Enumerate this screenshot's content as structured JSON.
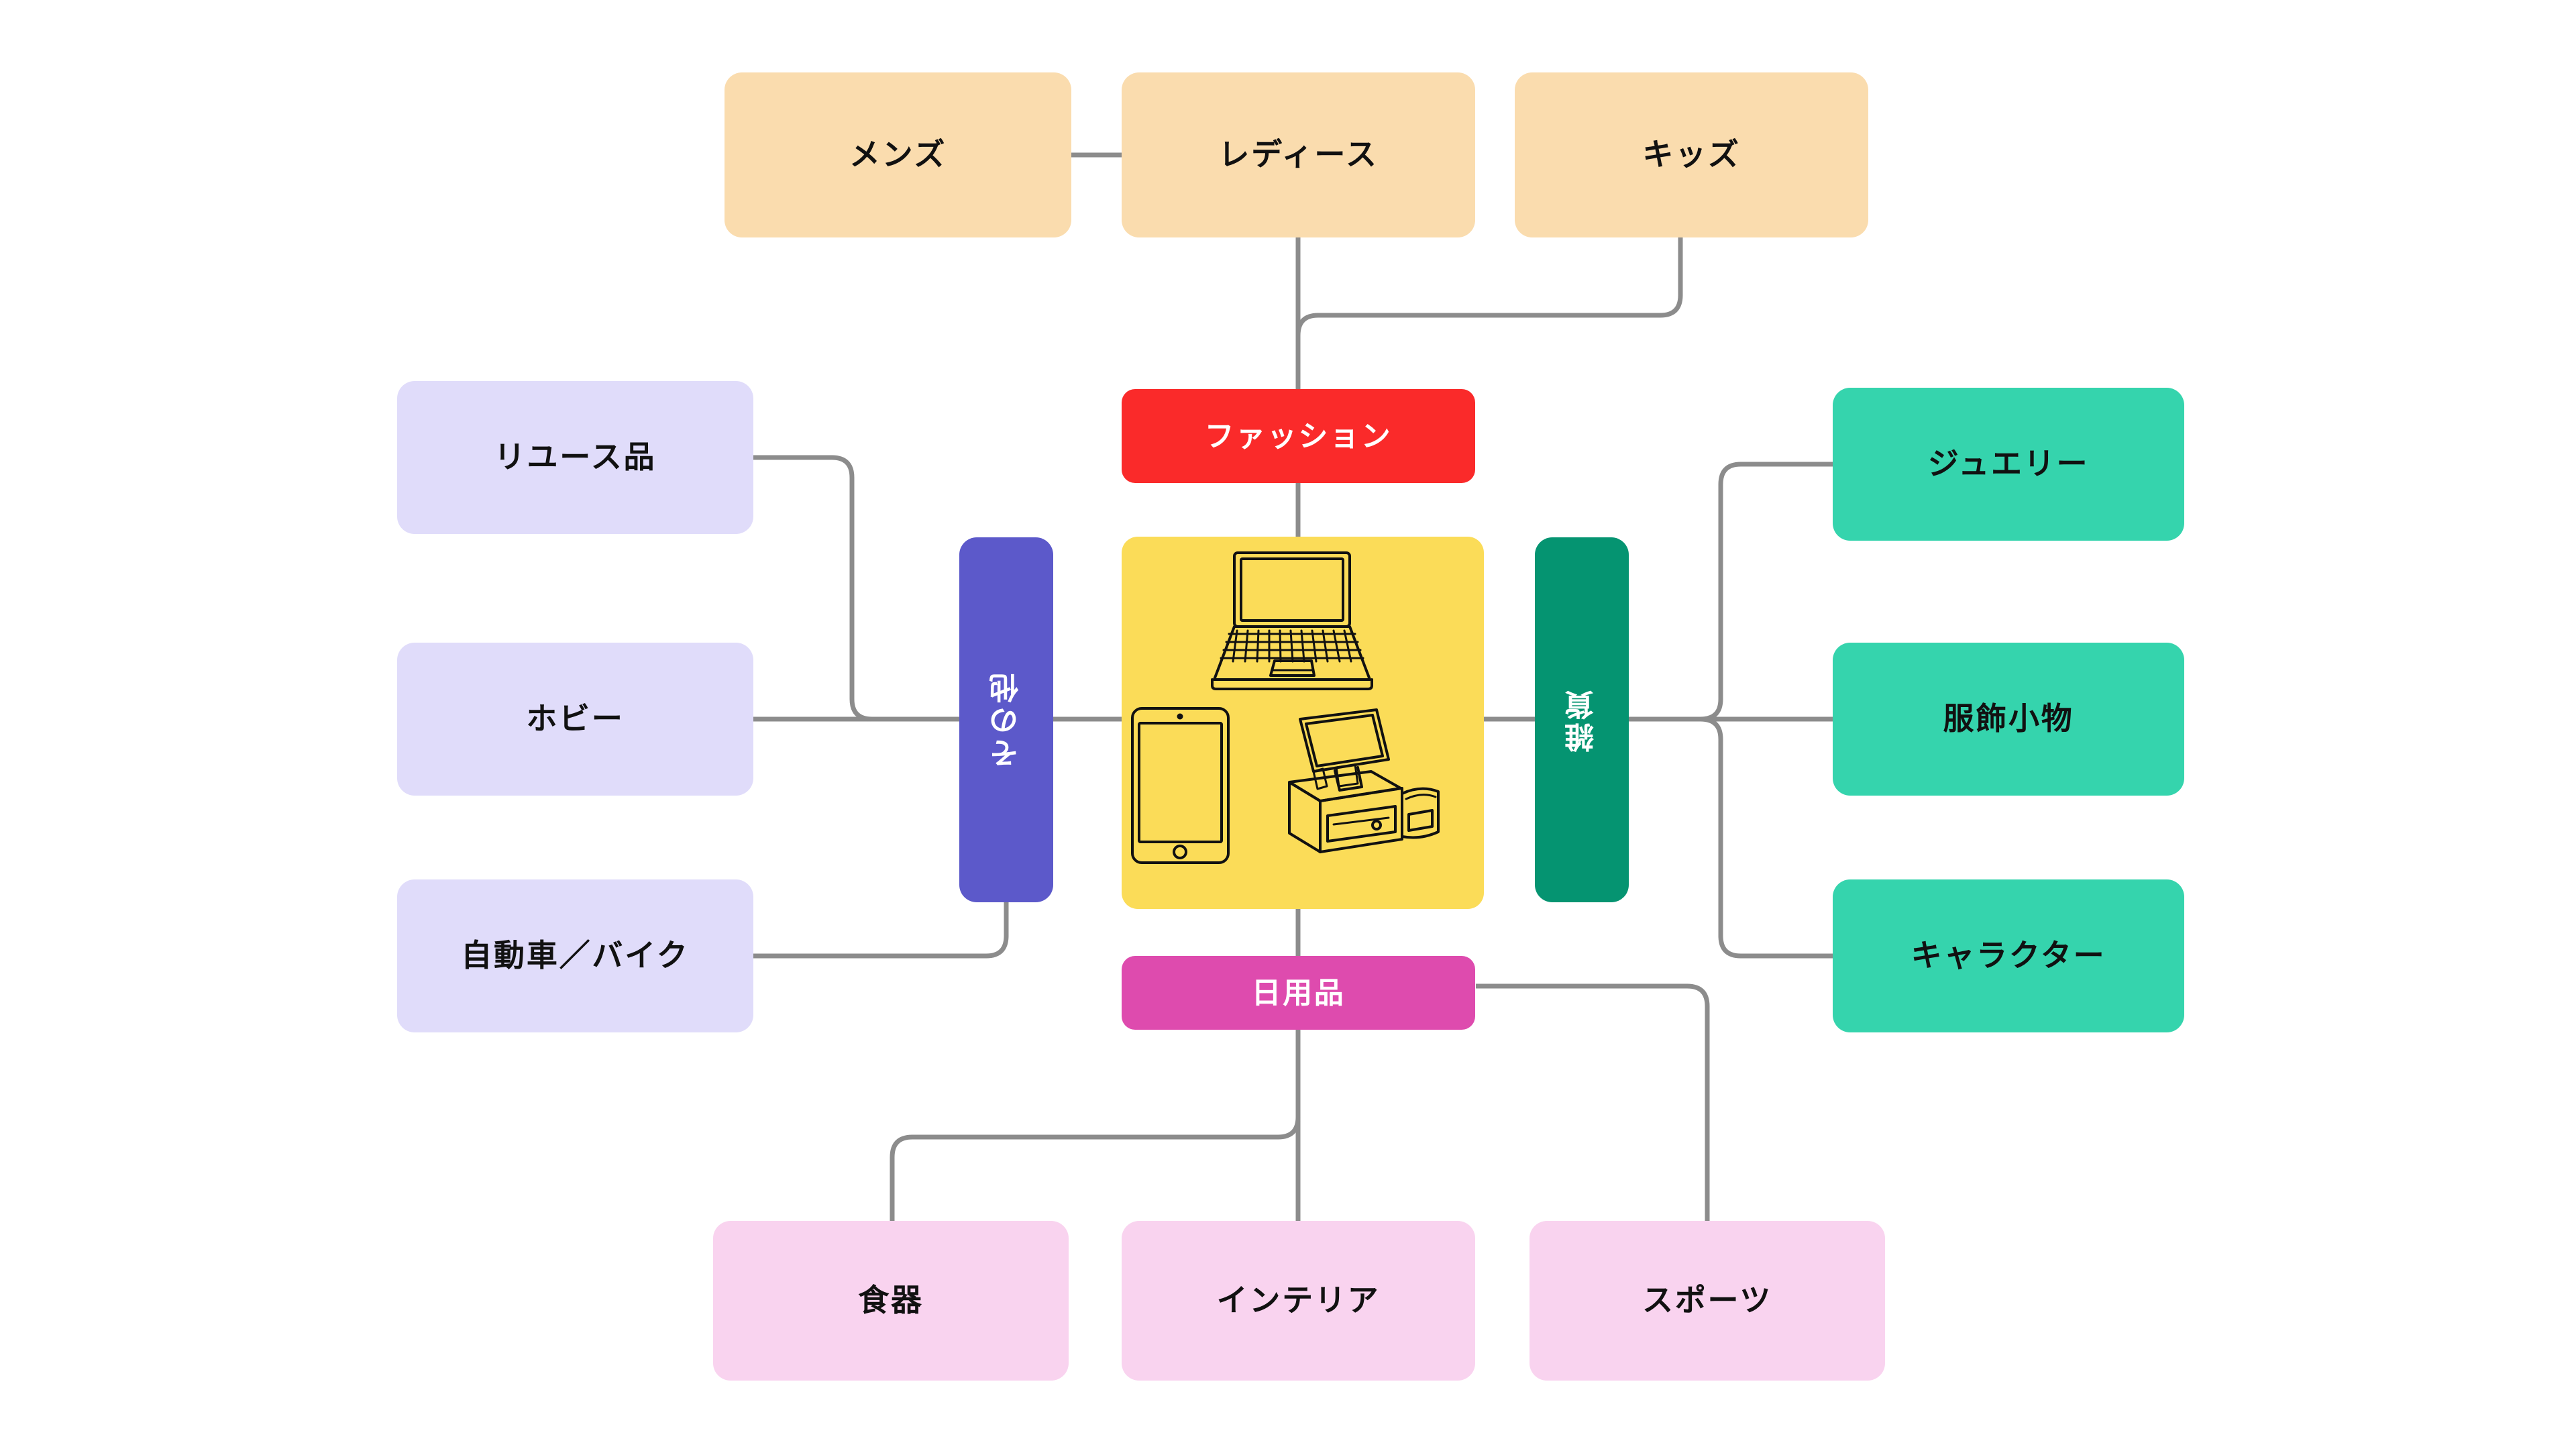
{
  "diagram": {
    "type": "hub-and-spoke-category-map",
    "background_color": "#FFFFFF",
    "connector_color": "#8C8C8C",
    "hub": {
      "name": "hub-devices",
      "color": "#FBDC58",
      "icons": [
        "laptop-icon",
        "tablet-icon",
        "pos-register-icon"
      ]
    },
    "branches": {
      "fashion": {
        "label": "ファッション",
        "color": "#FA2A2A",
        "text_color": "#FFFFFF",
        "children": [
          {
            "label": "メンズ",
            "color": "#FADCAE"
          },
          {
            "label": "レディース",
            "color": "#FADCAE"
          },
          {
            "label": "キッズ",
            "color": "#FADCAE"
          }
        ]
      },
      "other": {
        "label": "その他",
        "color": "#5C59CA",
        "text_color": "#FFFFFF",
        "orientation": "vertical",
        "children": [
          {
            "label": "リユース品",
            "color": "#E0DCFA"
          },
          {
            "label": "ホビー",
            "color": "#E0DCFA"
          },
          {
            "label": "自動車／バイク",
            "color": "#E0DCFA"
          }
        ]
      },
      "zakka": {
        "label": "雑貨",
        "color": "#059471",
        "text_color": "#FFFFFF",
        "orientation": "vertical",
        "children": [
          {
            "label": "ジュエリー",
            "color": "#35D4AD"
          },
          {
            "label": "服飾小物",
            "color": "#35D4AD"
          },
          {
            "label": "キャラクター",
            "color": "#35D4AD"
          }
        ]
      },
      "daily": {
        "label": "日用品",
        "color": "#DE4BAE",
        "text_color": "#FFFFFF",
        "children": [
          {
            "label": "食器",
            "color": "#F9D3EF"
          },
          {
            "label": "インテリア",
            "color": "#F9D3EF"
          },
          {
            "label": "スポーツ",
            "color": "#F9D3EF"
          }
        ]
      }
    }
  }
}
